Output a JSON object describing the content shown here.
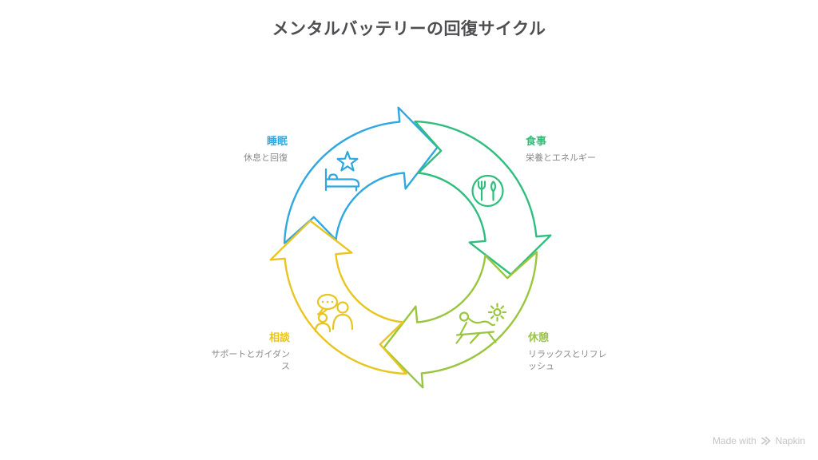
{
  "title": "メンタルバッテリーの回復サイクル",
  "colors": {
    "title_text": "#4e4e52",
    "description_text": "#8a8a8e",
    "watermark_text": "#c4c4c8",
    "background": "#ffffff"
  },
  "cycle": {
    "direction": "clockwise",
    "segments": [
      {
        "id": "sleep",
        "label": "睡眠",
        "description": "休息と回復",
        "color": "#2fa8e1",
        "icon": "bed-star-icon"
      },
      {
        "id": "meal",
        "label": "食事",
        "description": "栄養とエネルギー",
        "color": "#2fbe7d",
        "icon": "fork-knife-icon"
      },
      {
        "id": "break",
        "label": "休憩",
        "description": "リラックスとリフレッシュ",
        "color": "#9ac63d",
        "icon": "lounge-chair-sun-icon"
      },
      {
        "id": "consult",
        "label": "相談",
        "description": "サポートとガイダンス",
        "color": "#e9c51f",
        "icon": "people-chat-icon"
      }
    ]
  },
  "watermark": {
    "prefix": "Made with",
    "brand": "Napkin"
  }
}
